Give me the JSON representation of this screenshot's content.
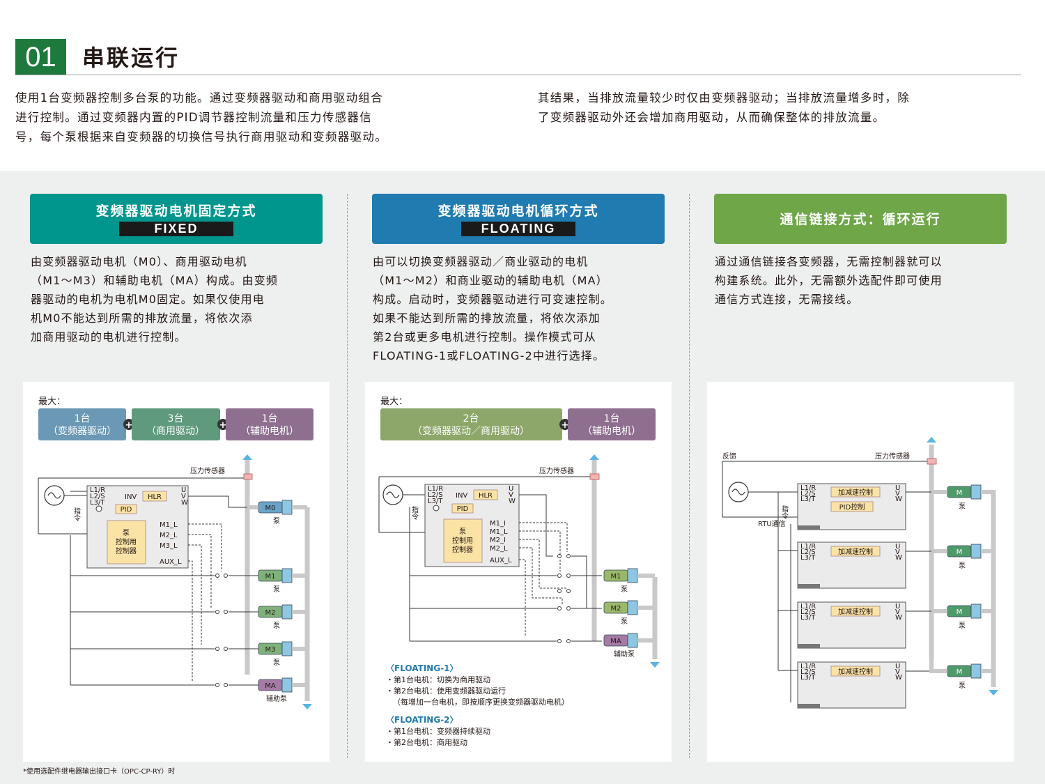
{
  "section": {
    "number": "01",
    "title": "串联运行"
  },
  "intro": {
    "left": [
      "使用1台变频器控制多台泵的功能。通过变频器驱动和商用驱动组合",
      "进行控制。通过变频器内置的PID调节器控制流量和压力传感器信",
      "号，每个泵根据来自变频器的切换信号执行商用驱动和变频器驱动。"
    ],
    "right": [
      "其结果，当排放流量较少时仅由变频器驱动；当排放流量增多时，除",
      "了变频器驱动外还会增加商用驱动，从而确保整体的排放流量。"
    ]
  },
  "colors": {
    "green": "#1d7a3c",
    "teal": "#00958d",
    "blue": "#1f7bb0",
    "olive": "#6ea648",
    "box_blue": "#6a98b5",
    "box_green": "#5f9a7d",
    "box_purple": "#8f6f8f",
    "box_olive": "#8da76a"
  },
  "columns": [
    {
      "header": "变频器驱动电机固定方式",
      "subheader": "FIXED",
      "desc": [
        "由变频器驱动电机（M0）、商用驱动电机",
        "（M1～M3）和辅助电机（MA）构成。由变频",
        "器驱动的电机为电机M0固定。如果仅使用电",
        "机M0不能达到所需的排放流量，将依次添",
        "加商用驱动的电机进行控制。"
      ],
      "diagram": {
        "max_label": "最大：",
        "boxes": [
          {
            "l1": "1台",
            "l2": "（变频器驱动）"
          },
          {
            "l1": "3台",
            "l2": "（商用驱动）"
          },
          {
            "l1": "1台",
            "l2": "（辅助电机）"
          }
        ],
        "plus": "+",
        "sensor": "压力传感器",
        "inputs": [
          "L1/R",
          "L2/S",
          "L3/T"
        ],
        "outputs": [
          "U",
          "V",
          "W"
        ],
        "inv": "INV",
        "hlr": "HLR",
        "pid": "PID",
        "cmd": "指令",
        "controller": [
          "泵",
          "控制用",
          "控制器"
        ],
        "signals": [
          "M1_L",
          "M2_L",
          "M3_L",
          "AUX_L"
        ],
        "pumps": [
          "M0",
          "M1",
          "M2",
          "M3",
          "MA"
        ],
        "pump_labels": [
          "泵",
          "泵",
          "泵",
          "泵",
          "辅助泵"
        ]
      }
    },
    {
      "header": "变频器驱动电机循环方式",
      "subheader": "FLOATING",
      "desc": [
        "由可以切换变频器驱动／商业驱动的电机",
        "（M1～M2）和商业驱动的辅助电机（MA）",
        "构成。启动时，变频器驱动进行可变速控制。",
        "如果不能达到所需的排放流量，将依次添加",
        "第2台或更多电机进行控制。操作模式可从",
        "FLOATING-1或FLOATING-2中进行选择。"
      ],
      "diagram": {
        "max_label": "最大：",
        "boxes": [
          {
            "l1": "2台",
            "l2": "（变频器驱动／商用驱动）"
          },
          {
            "l1": "1台",
            "l2": "（辅助电机）"
          }
        ],
        "plus": "+",
        "sensor": "压力传感器",
        "inputs": [
          "L1/R",
          "L2/S",
          "L3/T"
        ],
        "outputs": [
          "U",
          "V",
          "W"
        ],
        "inv": "INV",
        "hlr": "HLR",
        "pid": "PID",
        "cmd": "指令",
        "controller": [
          "泵",
          "控制用",
          "控制器"
        ],
        "signals": [
          "M1_I",
          "M1_L",
          "M2_I",
          "M2_L",
          "AUX_L"
        ],
        "pumps": [
          "M1",
          "M2",
          "MA"
        ],
        "pump_labels": [
          "泵",
          "泵",
          "辅助泵"
        ],
        "notes": [
          {
            "title": "〈FLOATING-1〉",
            "items": [
              "・第1台电机：切换为商用驱动",
              "・第2台电机：使用变频器驱动运行",
              "（每增加一台电机，即按顺序更换变频器驱动电机）"
            ]
          },
          {
            "title": "〈FLOATING-2〉",
            "items": [
              "・第1台电机：变频器持续驱动",
              "・第2台电机：商用驱动"
            ]
          }
        ]
      }
    },
    {
      "header": "通信链接方式：循环运行",
      "subheader": "",
      "desc": [
        "通过通信链接各变频器，无需控制器就可以",
        "构建系统。此外，无需额外选配件即可使用",
        "通信方式连接，无需接线。"
      ],
      "diagram": {
        "feedback": "反馈",
        "sensor": "压力传感器",
        "inputs": [
          "L1/R",
          "L2/S",
          "L3/T"
        ],
        "outputs": [
          "U",
          "V",
          "W"
        ],
        "accel": "加减速控制",
        "pid": "PID控制",
        "cmd": "指令",
        "rtu": "RTU通信",
        "pumps": [
          "M",
          "M",
          "M",
          "M"
        ],
        "pump_labels": [
          "泵",
          "泵",
          "泵",
          "泵"
        ]
      }
    }
  ],
  "footnote": "*使用选配件继电器输出接口卡（OPC-CP-RY）时"
}
